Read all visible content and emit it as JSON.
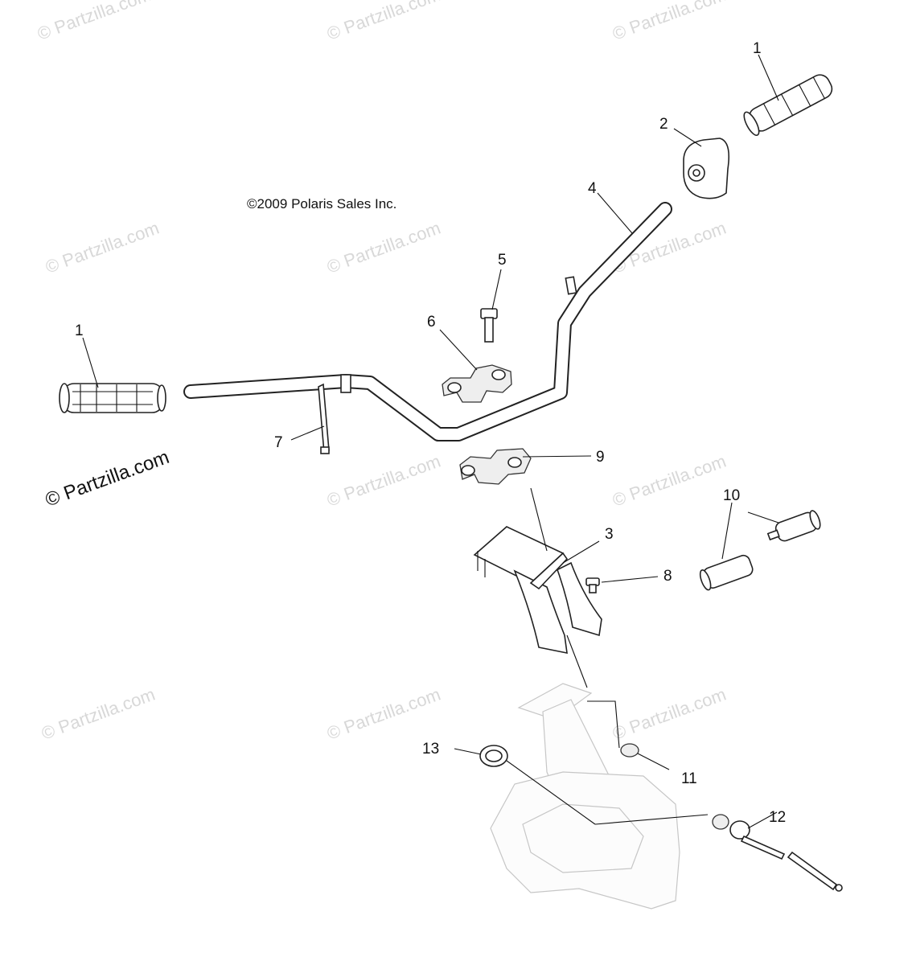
{
  "copyright": "©2009 Polaris Sales Inc.",
  "brand_watermark": "© Partzilla.com",
  "faint_watermark": "© Partzilla.com",
  "callouts": [
    "1",
    "2",
    "4",
    "5",
    "6",
    "1",
    "7",
    "9",
    "10",
    "3",
    "8",
    "13",
    "11",
    "12"
  ]
}
